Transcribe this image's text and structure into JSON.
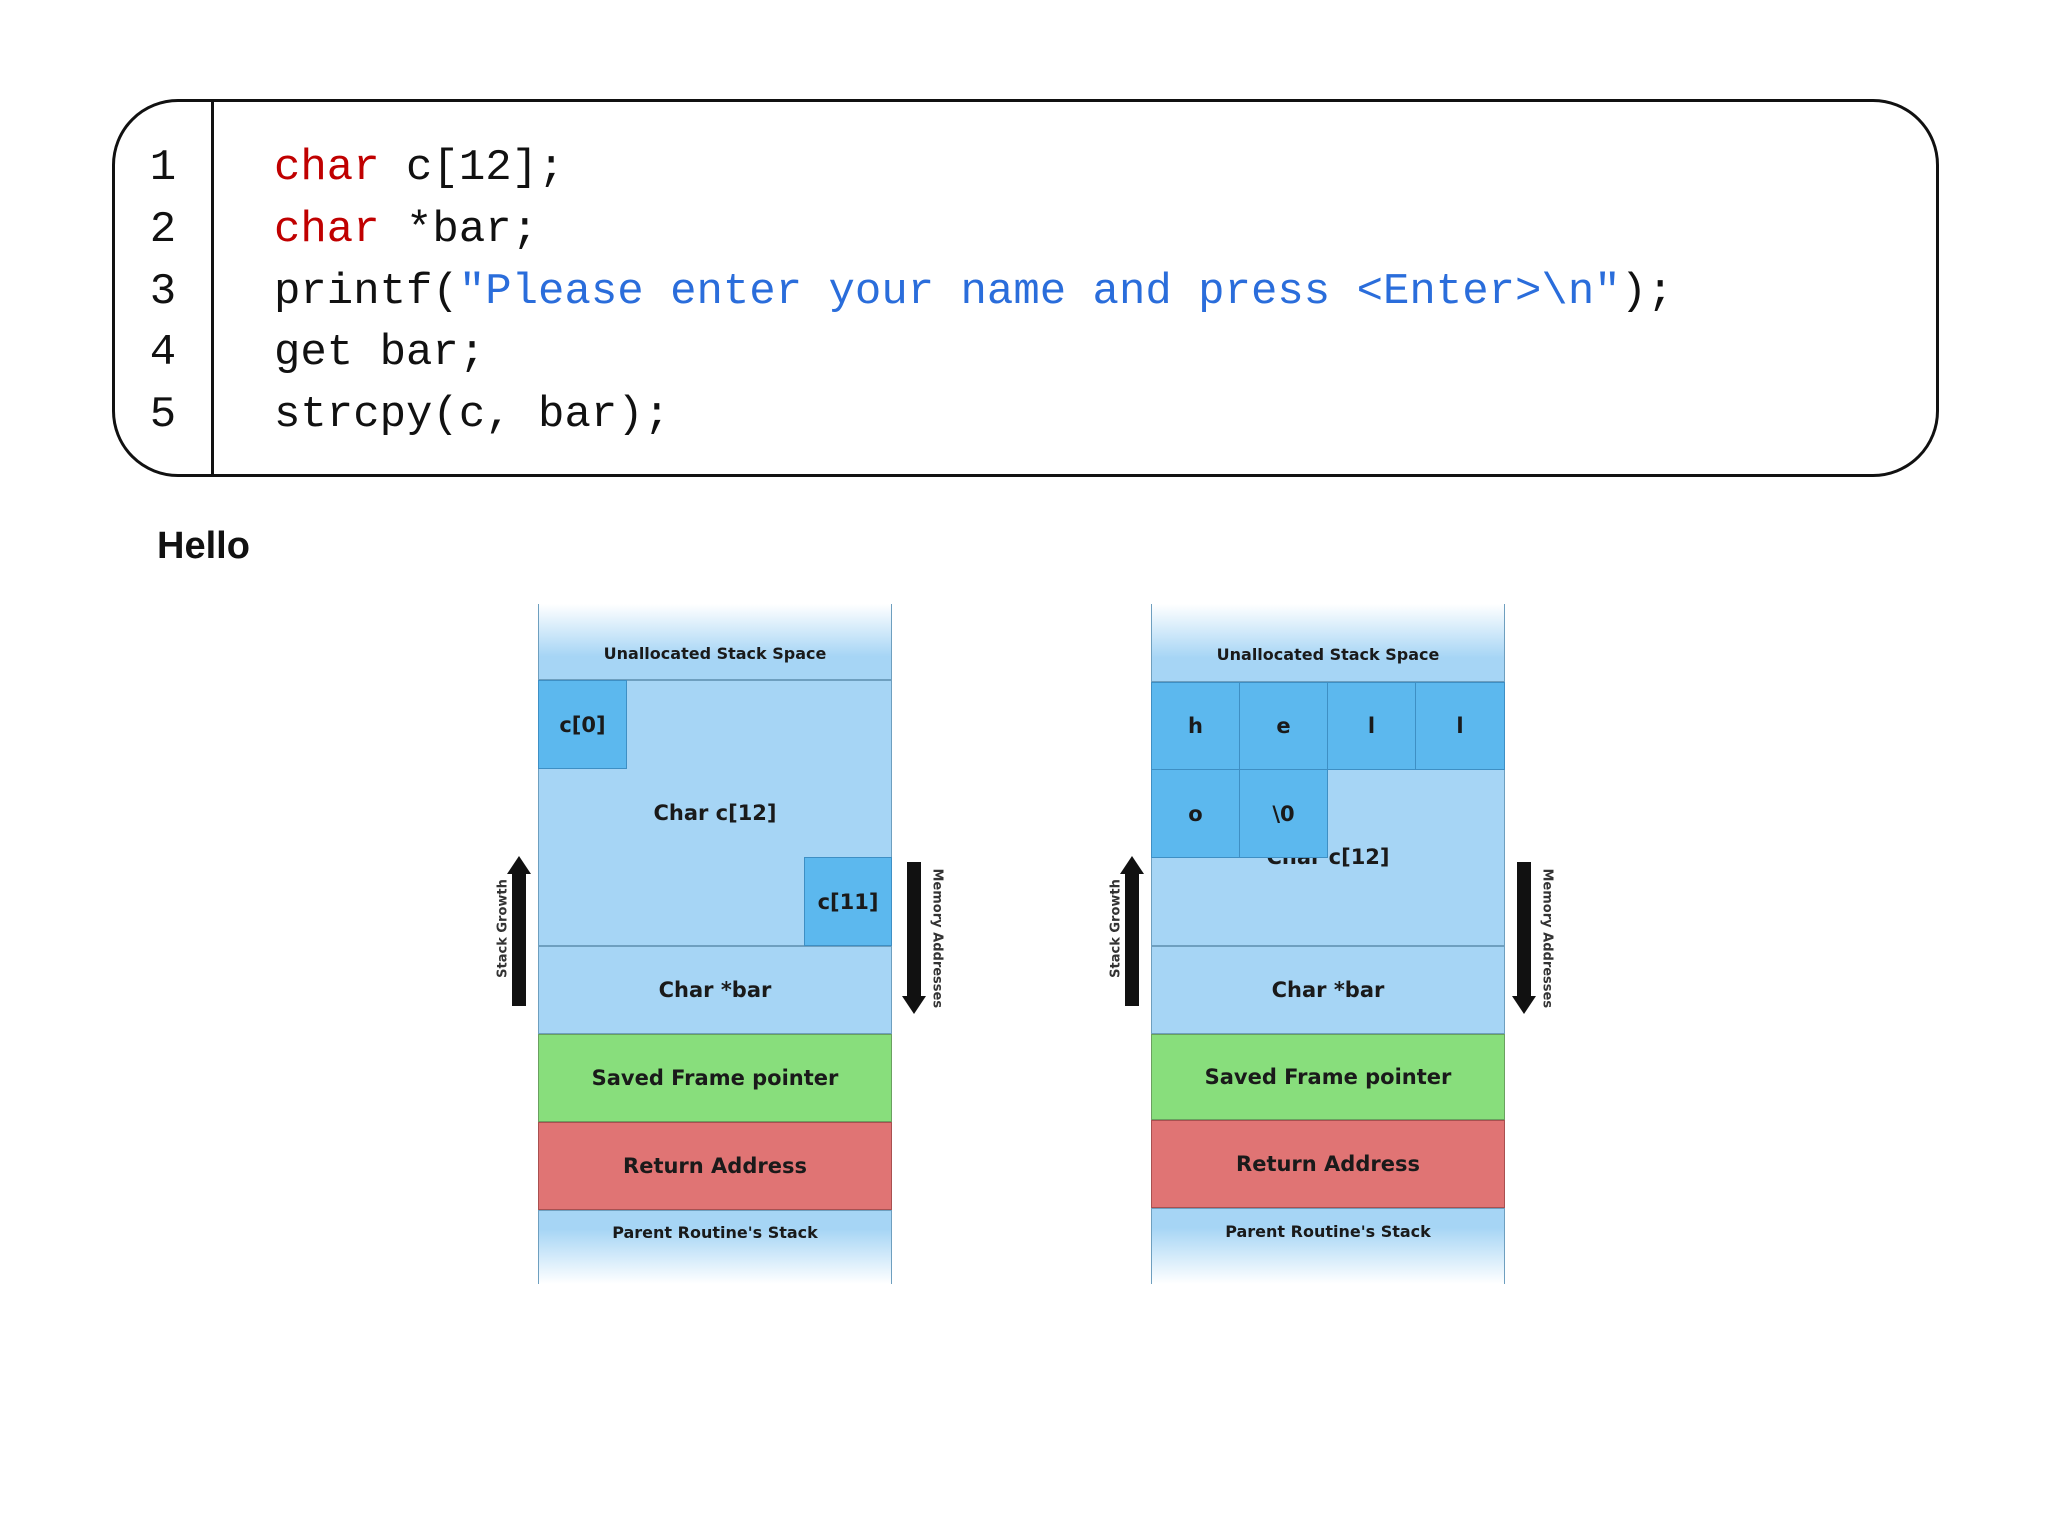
{
  "code": {
    "line_numbers": [
      "1",
      "2",
      "3",
      "4",
      "5"
    ],
    "lines": [
      {
        "kw": "char",
        "rest": " c[12];"
      },
      {
        "kw": "char",
        "rest": " *bar;"
      },
      {
        "pre": "printf(",
        "str": "\"Please enter your name and press <Enter>\\n\"",
        "post": ");"
      },
      {
        "text": "get bar;"
      },
      {
        "text": "strcpy(c, bar);"
      }
    ]
  },
  "heading": "Hello",
  "diagram_left": {
    "unallocated": "Unallocated Stack Space",
    "c0": "c[0]",
    "char_c": "Char c[12]",
    "c11": "c[11]",
    "char_bar": "Char *bar",
    "saved_fp": "Saved Frame pointer",
    "return_addr": "Return Address",
    "parent_stack": "Parent Routine's Stack",
    "stack_growth": "Stack Growth",
    "memory_addresses": "Memory Addresses"
  },
  "diagram_right": {
    "unallocated": "Unallocated Stack Space",
    "cells": [
      "h",
      "e",
      "l",
      "l",
      "o",
      "\\0"
    ],
    "char_c": "Char c[12]",
    "char_bar": "Char *bar",
    "saved_fp": "Saved Frame pointer",
    "return_addr": "Return Address",
    "parent_stack": "Parent Routine's Stack",
    "stack_growth": "Stack Growth",
    "memory_addresses": "Memory Addresses"
  },
  "colors": {
    "keyword": "#c00000",
    "string": "#2a6ddb",
    "stack_light_blue": "#a6d5f5",
    "stack_cell_blue": "#5cb8ee",
    "saved_frame_green": "#88de7c",
    "return_address_red": "#e07474"
  }
}
